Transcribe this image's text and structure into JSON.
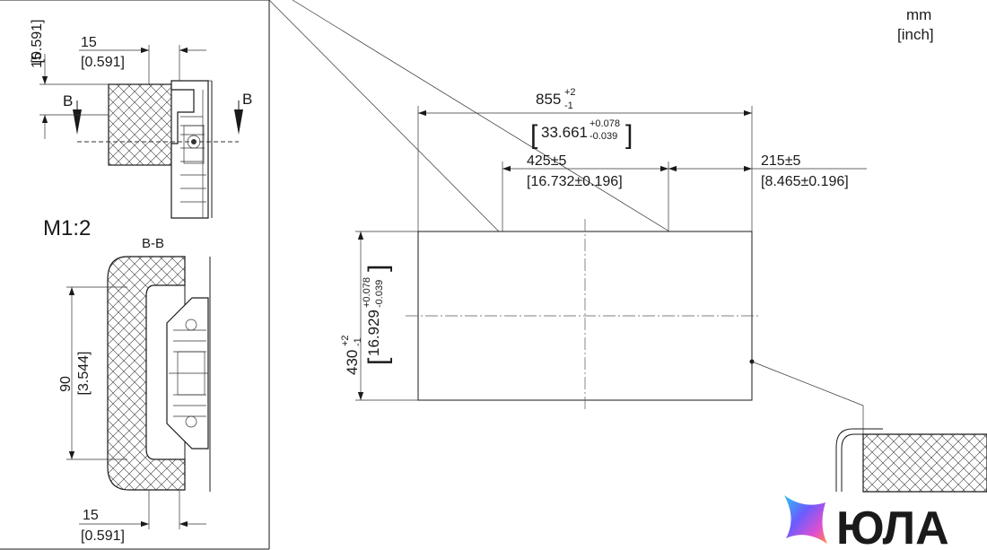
{
  "units": {
    "primary": "mm",
    "secondary": "[inch]"
  },
  "detail": {
    "scale": "M1:2",
    "section_label": "B-B",
    "section_mark_left": "B",
    "section_mark_right": "B",
    "dim_vertical_mm": "15",
    "dim_vertical_in": "[0.591]",
    "dim_top_mm": "15",
    "dim_top_in": "[0.591]",
    "dim_height_mm": "90",
    "dim_height_in": "[3.544]",
    "dim_bottom_mm": "15",
    "dim_bottom_in": "[0.591]"
  },
  "cutout": {
    "width_mm": "855",
    "width_tol_plus": "+2",
    "width_tol_minus": "-1",
    "width_in": "33.661",
    "width_in_tol_plus": "+0.078",
    "width_in_tol_minus": "-0.039",
    "center_dim_mm": "425±5",
    "center_dim_in": "[16.732±0.196]",
    "edge_dim_mm": "215±5",
    "edge_dim_in": "[8.465±0.196]",
    "height_mm": "430",
    "height_tol_plus": "+2",
    "height_tol_minus": "-1",
    "height_in": "16.929",
    "height_in_tol_plus": "+0.078",
    "height_in_tol_minus": "-0.039"
  },
  "logo": {
    "text": "ЮЛА",
    "colors": [
      "#2ec4f1",
      "#6a5cff",
      "#e04fd0",
      "#ff8a3d"
    ]
  }
}
